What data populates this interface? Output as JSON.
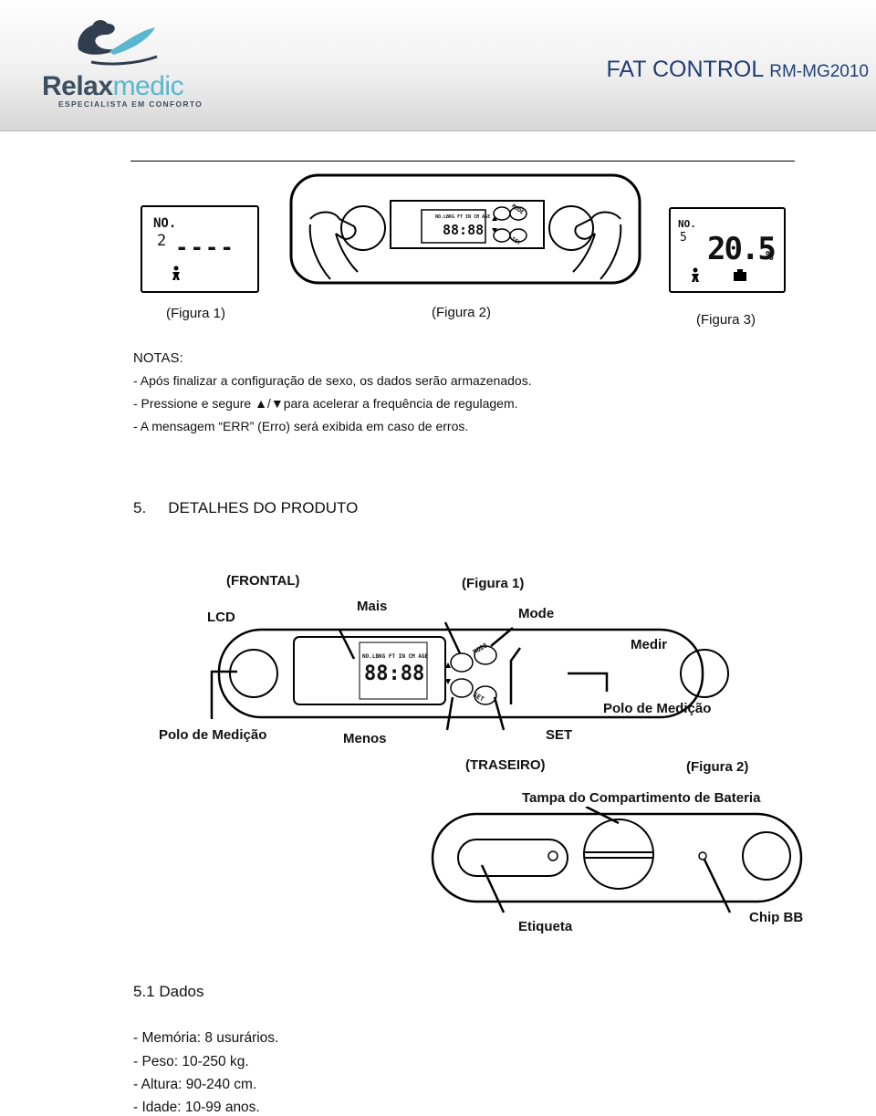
{
  "header": {
    "brand_primary": "Relax",
    "brand_secondary": "medic",
    "tagline": "ESPECIALISTA EM CONFORTO",
    "title_main": "FAT CONTROL",
    "title_model": "RM-MG2010",
    "colors": {
      "title": "#1f3f78",
      "brand_dark": "#3c4e5f",
      "brand_accent": "#5bb6cf"
    }
  },
  "figures_top": {
    "fig1": {
      "caption": "(Figura 1)",
      "no_label": "NO.",
      "user": "2",
      "dashes": "----"
    },
    "fig2": {
      "caption": "(Figura 2)",
      "lcd_units": "NO.LBKG FT IN CM AGE",
      "lcd_value": "88:88",
      "mode": "MODE",
      "set": "SET"
    },
    "fig3": {
      "caption": "(Figura 3)",
      "no_label": "NO.",
      "user": "5",
      "value": "20.5",
      "unit": "%"
    }
  },
  "notes": {
    "heading": "NOTAS:",
    "line1": "- Após finalizar a configuração de sexo, os dados serão armazenados.",
    "line2_pre": "- Pressione e segure ",
    "line2_sym": "▲/▼",
    "line2_post": "para acelerar a frequência de regulagem.",
    "line3": "- A mensagem “ERR” (Erro) será exibida em caso de erros."
  },
  "section5": {
    "number": "5.",
    "title": "DETALHES DO PRODUTO"
  },
  "diagram_front": {
    "view": "(FRONTAL)",
    "caption": "(Figura 1)",
    "lcd": "LCD",
    "plus": "Mais",
    "mode": "Mode",
    "measure": "Medir",
    "pole_right": "Polo de Medição",
    "pole_left": "Polo de Medição",
    "minus": "Menos",
    "set": "SET",
    "lcd_units": "NO.LBKG FT IN CM AGE",
    "lcd_value": "88:88",
    "btn_mode": "MODE",
    "btn_set": "SET"
  },
  "diagram_back": {
    "view": "(TRASEIRO)",
    "caption": "(Figura 2)",
    "battery": "Tampa do Compartimento de Bateria",
    "label": "Etiqueta",
    "chip": "Chip BB"
  },
  "section51": {
    "title": "5.1 Dados",
    "items": [
      "- Memória: 8 usurários.",
      "- Peso: 10-250 kg.",
      "- Altura: 90-240 cm.",
      "- Idade: 10-99 anos."
    ]
  }
}
